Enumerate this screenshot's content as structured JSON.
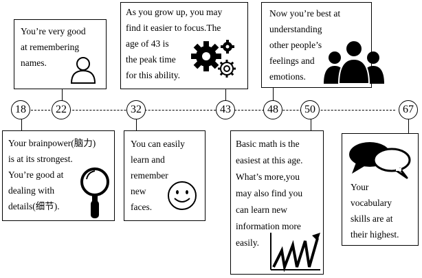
{
  "timeline": {
    "ages": [
      "18",
      "22",
      "32",
      "43",
      "48",
      "50",
      "67"
    ]
  },
  "boxes": {
    "b22": {
      "lines": [
        "You’re very good",
        "at remembering",
        "names."
      ]
    },
    "b43": {
      "lines": [
        "As you grow up, you may",
        "find it easier to focus.The",
        "age of 43 is",
        "the peak time",
        "for this ability."
      ]
    },
    "b48": {
      "lines": [
        "Now you’re best at",
        "understanding",
        "other people’s",
        "feelings and",
        "emotions."
      ]
    },
    "b18": {
      "lines": [
        "Your brainpower(脑力)",
        "is at its strongest.",
        "You’re good at",
        "dealing with",
        "details(细节)."
      ]
    },
    "b32": {
      "lines": [
        "You can easily",
        "learn and",
        "remember",
        "new",
        "faces."
      ]
    },
    "b50": {
      "lines": [
        "Basic math is the",
        "easiest at this age.",
        "What’s more,you",
        "may also find you",
        "can learn new",
        "information more",
        "easily."
      ]
    },
    "b67": {
      "lines": [
        "Your",
        "vocabulary",
        "skills are at",
        "their highest."
      ]
    }
  },
  "icons": {
    "b22": "person-outline-icon",
    "b43": "gears-icon",
    "b48": "people-group-icon",
    "b18": "magnifier-icon",
    "b32": "smiley-face-icon",
    "b50": "rising-chart-icon",
    "b67": "speech-bubbles-icon"
  }
}
